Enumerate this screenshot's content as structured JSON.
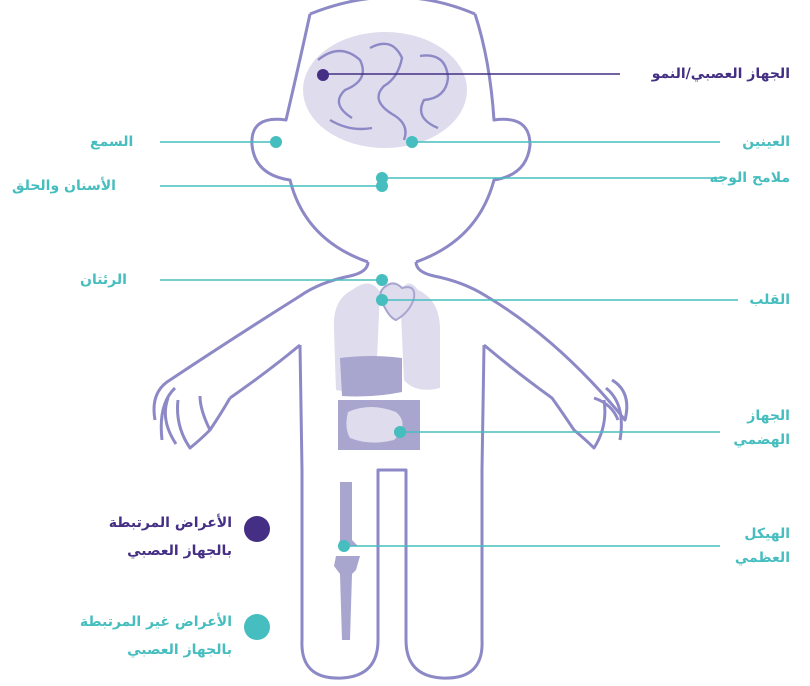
{
  "labels": {
    "nervous": "الجهاز العصبي/النمو",
    "hearing": "السمع",
    "eyes": "العينين",
    "face": "ملامح الوجه",
    "teeth": "الأسنان والحلق",
    "lungs": "الرئتان",
    "heart": "القلب",
    "digestive_1": "الجهاز",
    "digestive_2": "الهضمي",
    "skeleton_1": "الهيكل",
    "skeleton_2": "العظمي"
  },
  "legend": {
    "neuro_1": "الأعراض المرتبطة",
    "neuro_2": "بالجهاز العصبي",
    "nonneuro_1": "الأعراض غير المرتبطة",
    "nonneuro_2": "بالجهاز العصبي"
  },
  "colors": {
    "outline": "#8d89c6",
    "organ_light": "#dedced",
    "organ_mid": "#a8a5cf",
    "neuro": "#442f84",
    "non_neuro": "#46bdbe"
  }
}
